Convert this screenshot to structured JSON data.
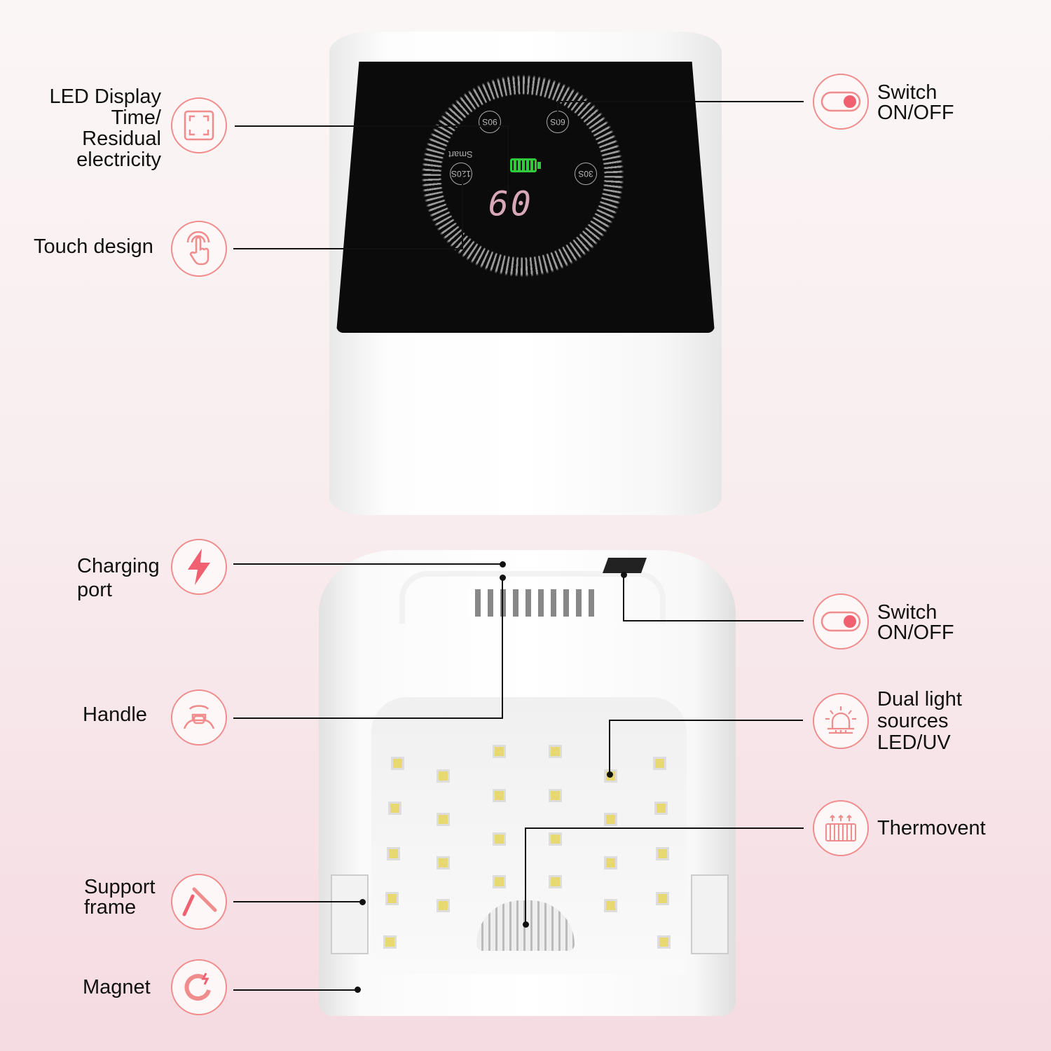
{
  "display": {
    "buttons": [
      "90S",
      "60S",
      "120S",
      "30S"
    ],
    "smart_label": "Smart",
    "digits": "09",
    "battery_color": "#2ecc3a"
  },
  "accent_color": "#f08c8c",
  "callouts": {
    "led_display": "LED Display\nTime/\nResidual\nelectricity",
    "touch_design": "Touch design",
    "switch_top": "Switch\nON/OFF",
    "charging_port": "Charging\nport",
    "handle": "Handle",
    "support_frame": "Support\nframe",
    "magnet": "Magnet",
    "switch_bottom": "Switch\nON/OFF",
    "dual_light": "Dual light\nsources\nLED/UV",
    "thermovent": "Thermovent"
  }
}
